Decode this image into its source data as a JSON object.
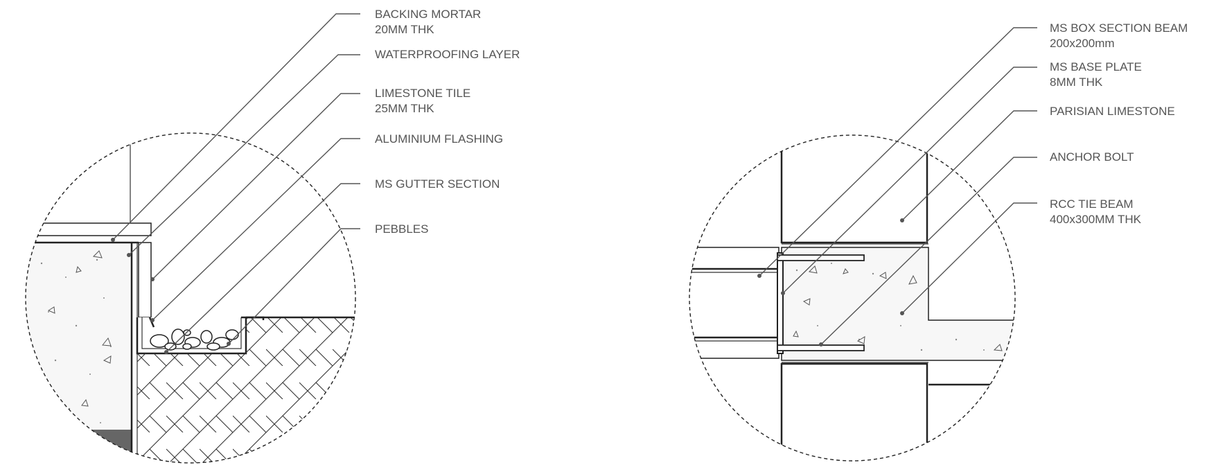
{
  "details": [
    {
      "id": "gutter-detail",
      "callouts": [
        {
          "key": "backing-mortar",
          "lines": [
            "BACKING MORTAR",
            "20MM THK"
          ]
        },
        {
          "key": "waterproofing-layer",
          "lines": [
            "WATERPROOFING LAYER"
          ]
        },
        {
          "key": "limestone-tile",
          "lines": [
            "LIMESTONE TILE",
            "25MM THK"
          ]
        },
        {
          "key": "aluminium-flashing",
          "lines": [
            "ALUMINIUM FLASHING"
          ]
        },
        {
          "key": "ms-gutter-section",
          "lines": [
            "MS GUTTER SECTION"
          ]
        },
        {
          "key": "pebbles",
          "lines": [
            "PEBBLES"
          ]
        }
      ]
    },
    {
      "id": "beam-detail",
      "callouts": [
        {
          "key": "ms-box-section-beam",
          "lines": [
            "MS BOX SECTION BEAM",
            "200x200mm"
          ]
        },
        {
          "key": "ms-base-plate",
          "lines": [
            "MS BASE PLATE",
            "8MM THK"
          ]
        },
        {
          "key": "parisian-limestone",
          "lines": [
            "PARISIAN LIMESTONE"
          ]
        },
        {
          "key": "anchor-bolt",
          "lines": [
            "ANCHOR BOLT"
          ]
        },
        {
          "key": "rcc-tie-beam",
          "lines": [
            "RCC TIE BEAM",
            "400x300MM THK"
          ]
        }
      ]
    }
  ],
  "colors": {
    "line": "#222222",
    "leader": "#555555",
    "label": "#555555",
    "concrete-fill": "#f7f7f7",
    "dark-block": "#666666"
  }
}
